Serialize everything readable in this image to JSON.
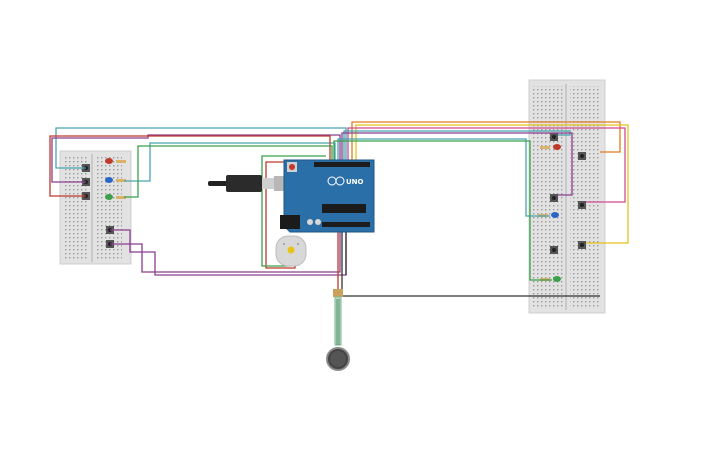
{
  "arduino": {
    "logo_text": "UNO",
    "board_color": "#2b6fa8"
  },
  "wire_colors": {
    "teal": "#4aa3b0",
    "purple": "#8a3d8f",
    "red": "#c0392b",
    "green": "#3aa04a",
    "orange": "#e07b1f",
    "yellow": "#e3c21a",
    "black": "#333333",
    "blue": "#3b7dc9",
    "pink": "#d04b8f"
  },
  "components": [
    "breadboard-left",
    "breadboard-right",
    "arduino-uno",
    "usb-cable",
    "dc-motor",
    "force-sensor",
    "push-buttons",
    "leds",
    "resistors"
  ]
}
